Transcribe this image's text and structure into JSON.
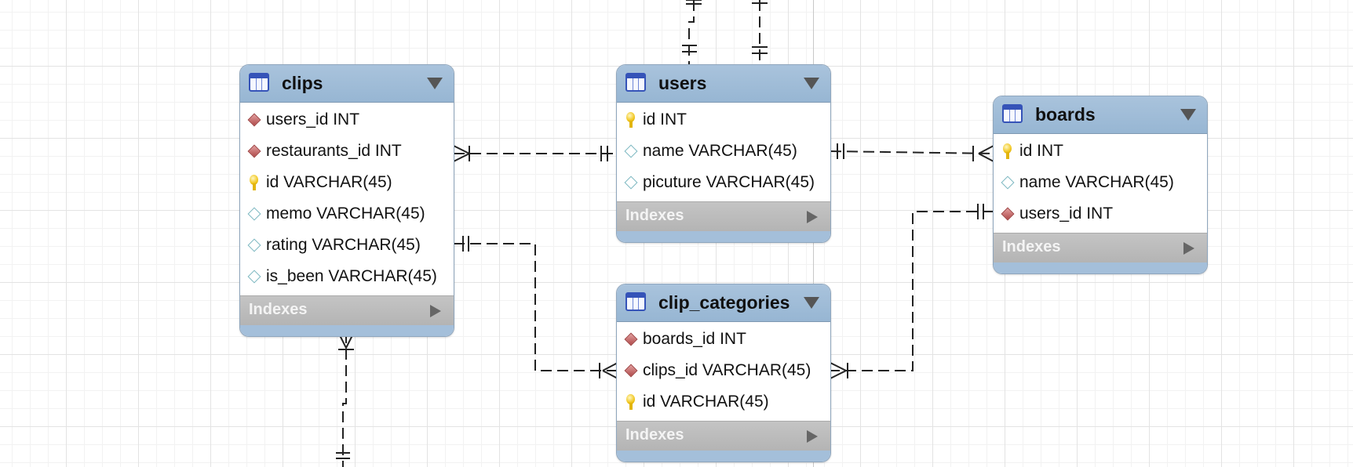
{
  "diagram": {
    "colors": {
      "header": "#a4bfda",
      "indexes_band": "#bdbdbd",
      "line": "#222222",
      "fk_icon": "#c46363",
      "attr_icon": "#79b6bf",
      "pk_icon": "#f0c419"
    },
    "entities": [
      {
        "key": "clips",
        "title": "clips",
        "header_icon": "table-icon",
        "columns": [
          {
            "label": "users_id INT",
            "icon": "fk"
          },
          {
            "label": "restaurants_id INT",
            "icon": "fk"
          },
          {
            "label": "id VARCHAR(45)",
            "icon": "pk"
          },
          {
            "label": "memo VARCHAR(45)",
            "icon": "attr"
          },
          {
            "label": "rating VARCHAR(45)",
            "icon": "attr"
          },
          {
            "label": "is_been VARCHAR(45)",
            "icon": "attr"
          }
        ],
        "indexes_label": "Indexes"
      },
      {
        "key": "users",
        "title": "users",
        "header_icon": "table-icon",
        "columns": [
          {
            "label": "id INT",
            "icon": "pk"
          },
          {
            "label": "name VARCHAR(45)",
            "icon": "attr"
          },
          {
            "label": "picuture VARCHAR(45)",
            "icon": "attr"
          }
        ],
        "indexes_label": "Indexes"
      },
      {
        "key": "boards",
        "title": "boards",
        "header_icon": "table-icon",
        "columns": [
          {
            "label": "id INT",
            "icon": "pk"
          },
          {
            "label": "name VARCHAR(45)",
            "icon": "attr"
          },
          {
            "label": "users_id INT",
            "icon": "fk"
          }
        ],
        "indexes_label": "Indexes"
      },
      {
        "key": "clip_categories",
        "title": "clip_categories",
        "header_icon": "table-icon",
        "columns": [
          {
            "label": "boards_id INT",
            "icon": "fk"
          },
          {
            "label": "clips_id VARCHAR(45)",
            "icon": "fk"
          },
          {
            "label": "id VARCHAR(45)",
            "icon": "pk"
          }
        ],
        "indexes_label": "Indexes"
      }
    ],
    "relationships": [
      {
        "from": "clips",
        "to": "users",
        "from_end": "many",
        "to_end": "one"
      },
      {
        "from": "users",
        "to": "boards",
        "from_end": "one",
        "to_end": "many"
      },
      {
        "from": "clips",
        "to": "clip_categories",
        "from_end": "one",
        "to_end": "many"
      },
      {
        "from": "boards",
        "to": "clip_categories",
        "from_end": "one",
        "to_end": "many"
      },
      {
        "from": "clips",
        "to": "offscreen",
        "from_end": "many",
        "to_end": "one"
      },
      {
        "from": "users",
        "to": "offscreen",
        "from_end": "one",
        "to_end": "one"
      },
      {
        "from": "users",
        "to": "offscreen",
        "from_end": "one",
        "to_end": "one"
      }
    ]
  }
}
